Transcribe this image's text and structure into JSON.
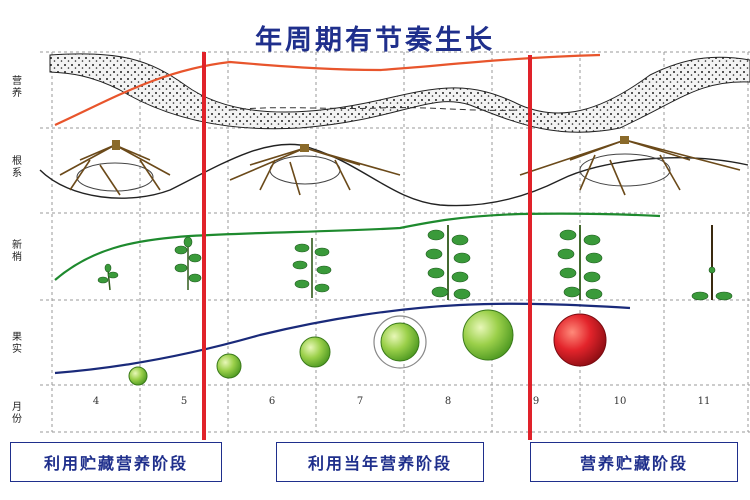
{
  "title": "年周期有节奏生长",
  "row_labels": [
    "营养",
    "根系",
    "新梢",
    "果实",
    "月份"
  ],
  "months": [
    "4",
    "5",
    "6",
    "7",
    "8",
    "9",
    "10",
    "11"
  ],
  "stages": [
    "利用贮藏营养阶段",
    "利用当年营养阶段",
    "营养贮藏阶段"
  ],
  "colors": {
    "title": "#1f2f8c",
    "nutrition_curve": "#e8552c",
    "shoot_curve": "#1e8a2e",
    "fruit_curve": "#1a2a7a",
    "divider": "#e0222a",
    "apple_green": "#8cc63f",
    "apple_red": "#d91f2a"
  }
}
